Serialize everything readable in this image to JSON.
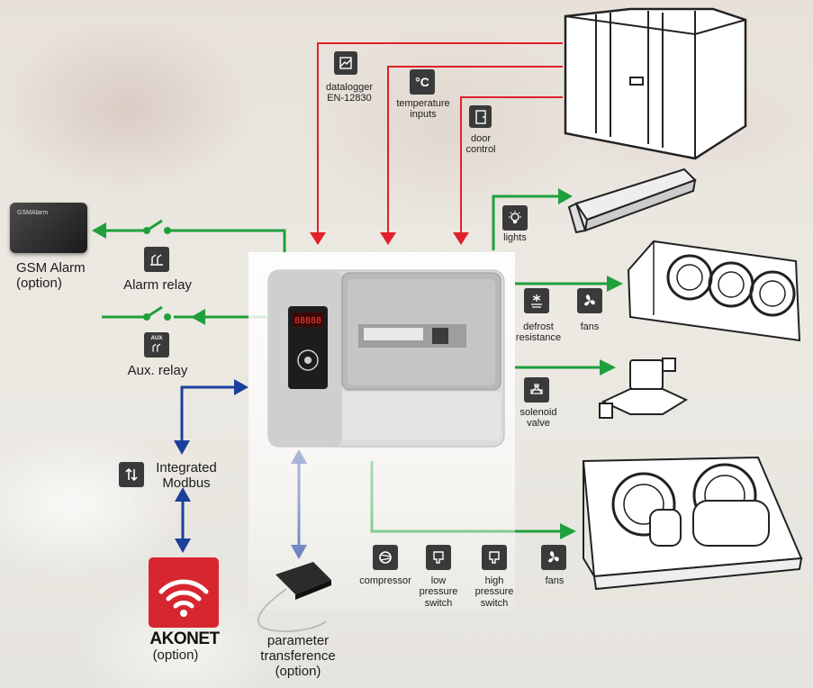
{
  "labels": {
    "datalogger": [
      "datalogger",
      "EN-12830"
    ],
    "temperature": [
      "temperature",
      "inputs"
    ],
    "door": [
      "door",
      "control"
    ],
    "lights": "lights",
    "gsm": [
      "GSM Alarm",
      "(option)"
    ],
    "alarm_relay": "Alarm relay",
    "aux_relay": "Aux. relay",
    "modbus": [
      "Integrated",
      "Modbus"
    ],
    "akonet_brand": "AKONET",
    "akonet_option": "(option)",
    "param": [
      "parameter",
      "transference",
      "(option)"
    ],
    "defrost": [
      "defrost",
      "resistance"
    ],
    "fans_top": "fans",
    "solenoid": [
      "solenoid",
      "valve"
    ],
    "compressor": "compressor",
    "low_pressure": [
      "low",
      "pressure",
      "switch"
    ],
    "high_pressure": [
      "high",
      "pressure",
      "switch"
    ],
    "fans_bottom": "fans"
  },
  "device": {
    "display": "88888",
    "gsm_screen": "GSMAlarm",
    "aux_tag": "AUX",
    "temp_symbol": "°C"
  },
  "colors": {
    "signal_in": "#e0202a",
    "output": "#1fa03c",
    "comms": "#1b3f9c",
    "icon": "#3a3a3a"
  }
}
